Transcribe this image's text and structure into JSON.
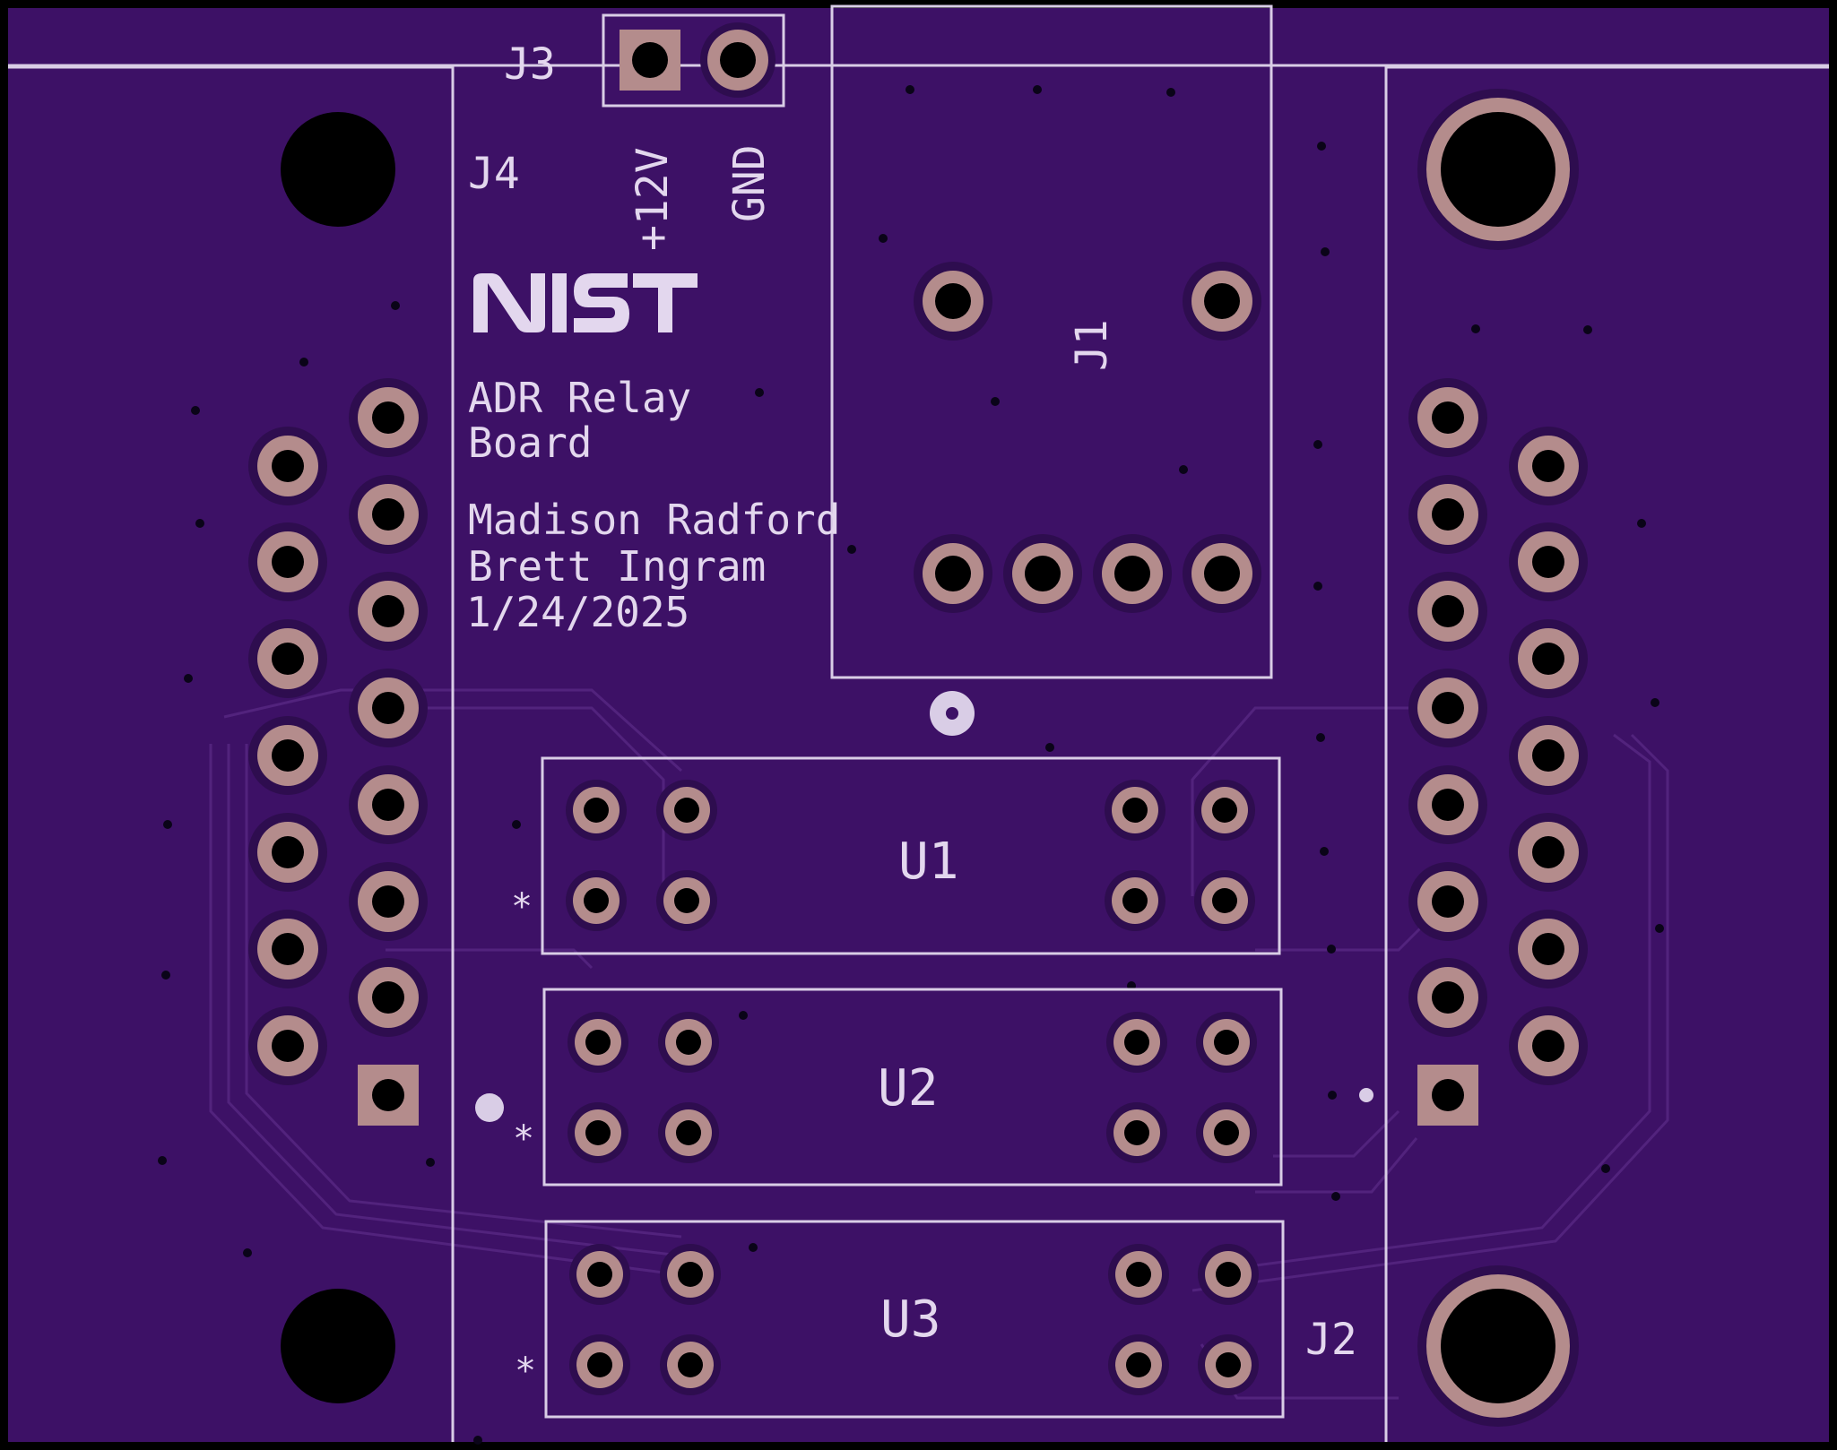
{
  "board": {
    "colors": {
      "soldermask": "#3d1166",
      "silkscreen": "#d9cde6",
      "copper_pad": "#b48c8c",
      "outline": "#000000"
    },
    "labels": {
      "j1": "J1",
      "j2": "J2",
      "j3": "J3",
      "j4": "J4",
      "u1": "U1",
      "u2": "U2",
      "u3": "U3",
      "pin12v": "+12V",
      "gnd": "GND",
      "logo": "NIST",
      "title_line1": "ADR Relay",
      "title_line2": "Board",
      "author1": "Madison Radford",
      "author2": "Brett Ingram",
      "date": "1/24/2025",
      "pin1_marker": "*"
    }
  }
}
